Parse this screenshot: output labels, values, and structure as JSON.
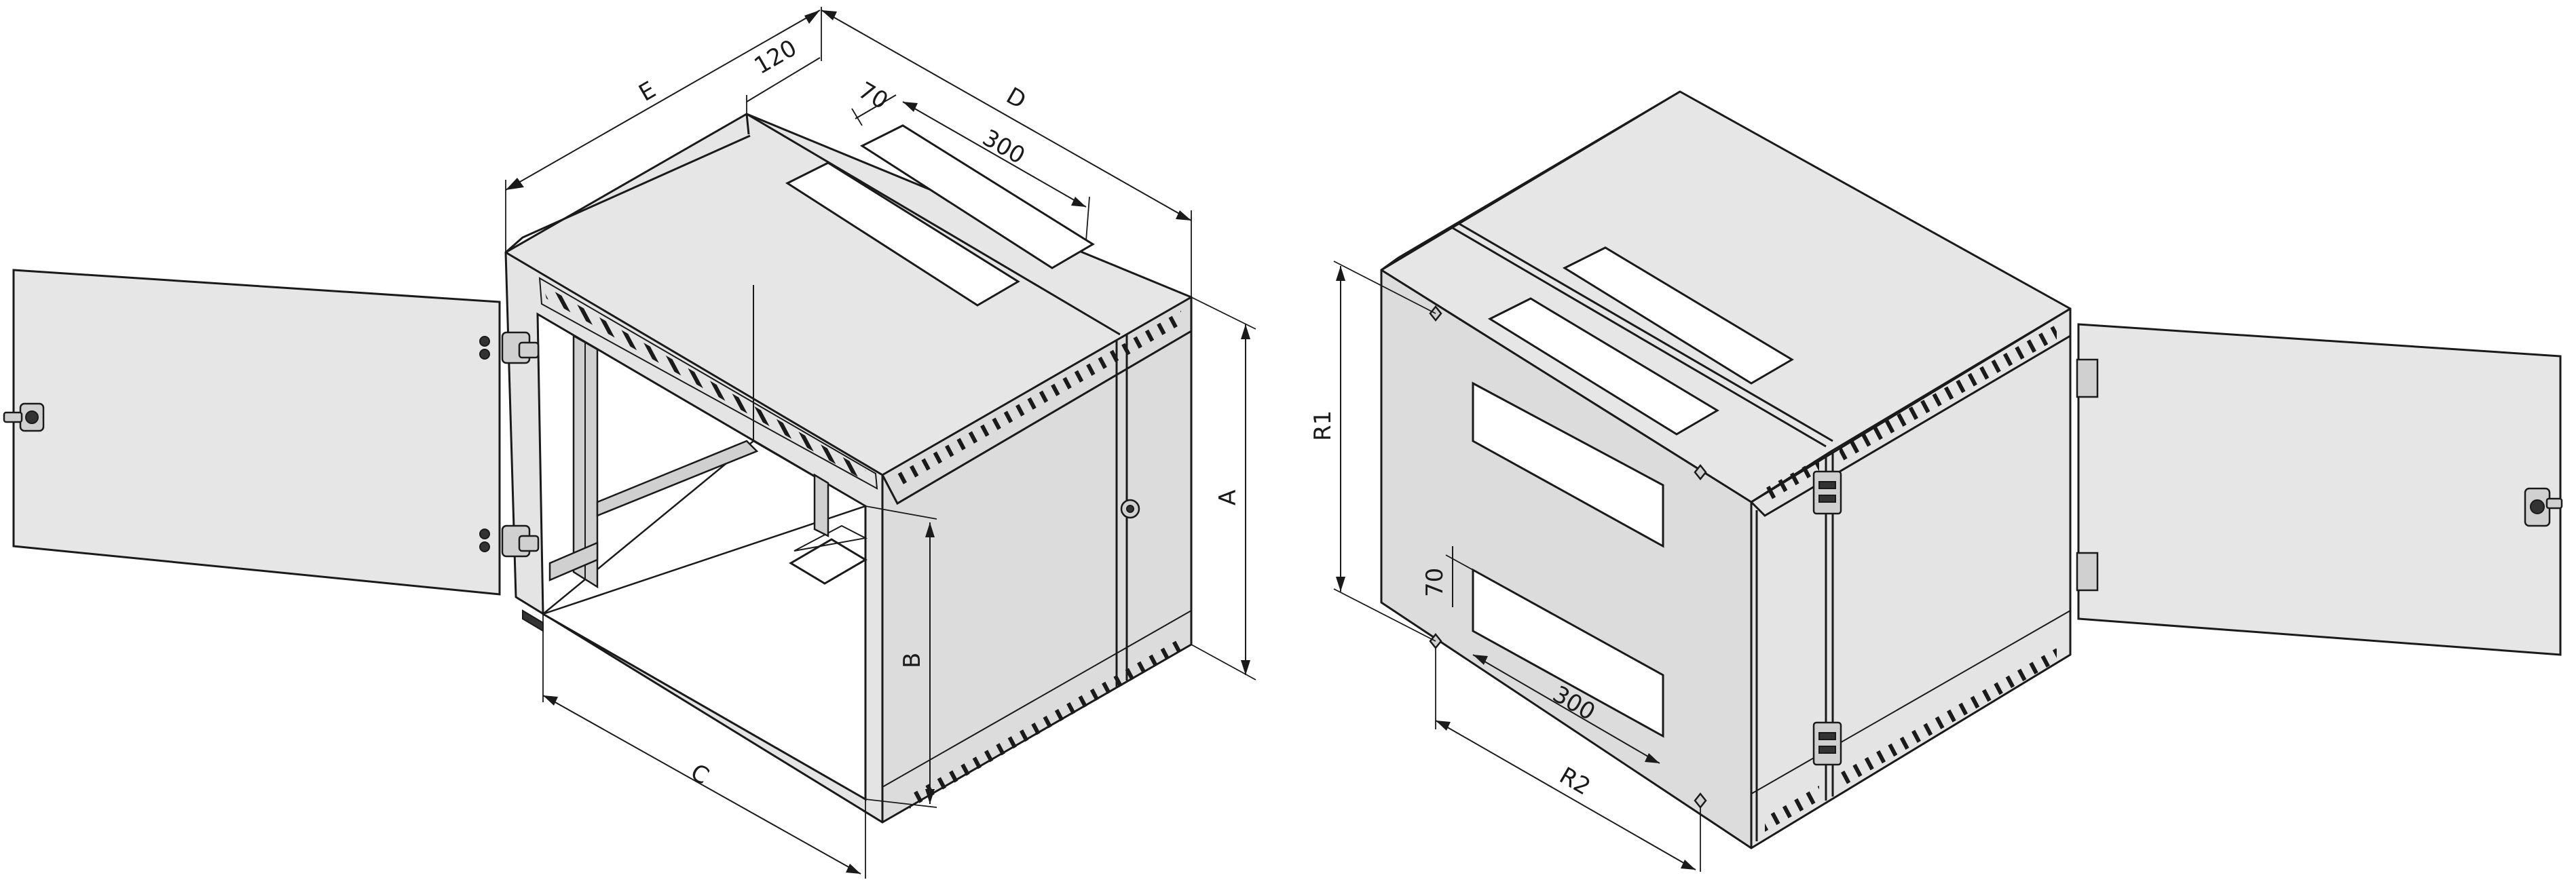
{
  "figure": {
    "left_view": {
      "dimension_labels": {
        "E": "E",
        "top_depth": "120",
        "slot_offset": "70",
        "D": "D",
        "slot_length": "300",
        "A": "A",
        "B": "B",
        "C": "C"
      }
    },
    "right_view": {
      "dimension_labels": {
        "R1": "R1",
        "slot_offset": "70",
        "slot_length": "300",
        "R2": "R2"
      }
    }
  }
}
